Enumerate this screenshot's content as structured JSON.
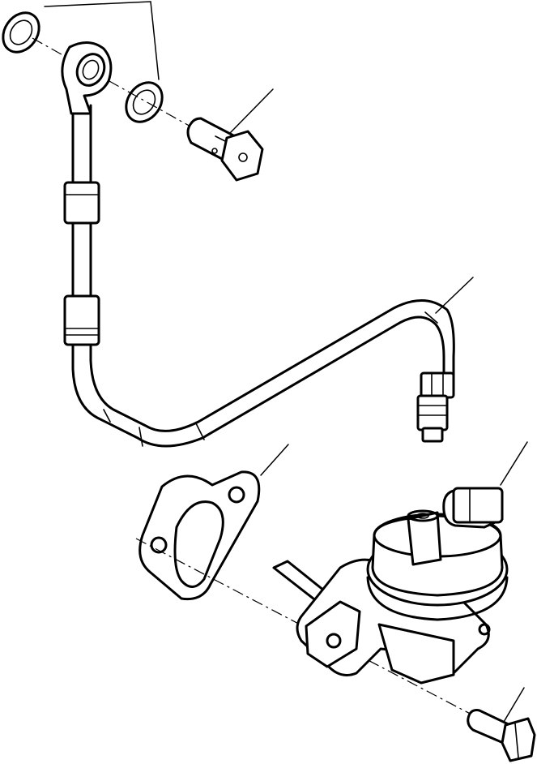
{
  "drawing": {
    "parts": [
      {
        "name": "washer-upper"
      },
      {
        "name": "banjo-fitting"
      },
      {
        "name": "washer-lower"
      },
      {
        "name": "banjo-bolt"
      },
      {
        "name": "fuel-tube"
      },
      {
        "name": "tube-nut"
      },
      {
        "name": "gasket"
      },
      {
        "name": "fuel-feed-pump"
      },
      {
        "name": "mounting-bolt"
      }
    ],
    "line_color": "#000000",
    "background": "#ffffff"
  }
}
